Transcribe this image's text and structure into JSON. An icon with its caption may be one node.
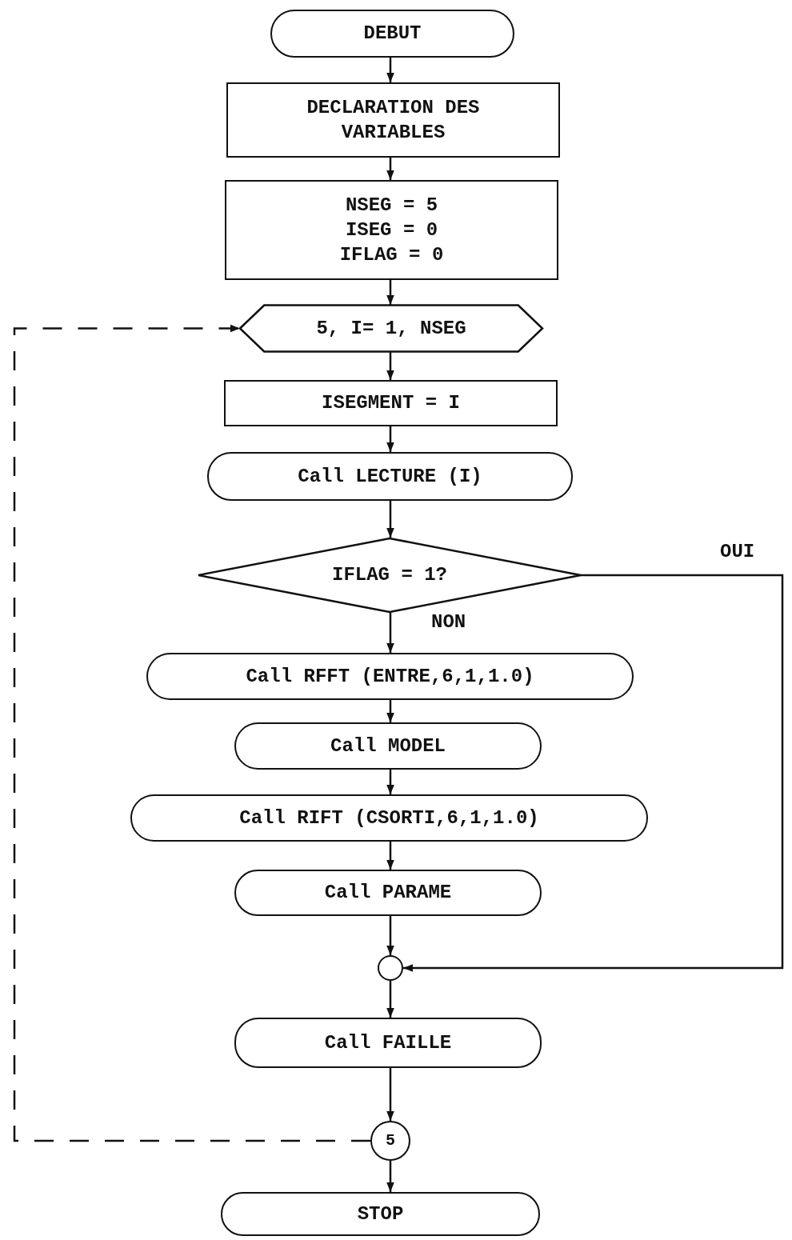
{
  "diagram": {
    "nodes": [
      {
        "text": [
          "DEBUT"
        ]
      },
      {
        "text": [
          "DECLARATION DES VARIABLES"
        ]
      },
      {
        "text": [
          "NSEG = 5",
          "ISEG = 0",
          "IFLAG = 0"
        ]
      },
      {
        "text": [
          "5, I= 1, NSEG"
        ]
      },
      {
        "text": [
          "ISEGMENT = I"
        ]
      },
      {
        "text": [
          "Call LECTURE (I)"
        ]
      },
      {
        "text": [
          "IFLAG = 1?"
        ]
      },
      {
        "text": [
          "Call RFFT (ENTRE,6,1,1.0)"
        ]
      },
      {
        "text": [
          "Call MODEL"
        ]
      },
      {
        "text": [
          "Call RIFT (CSORTI,6,1,1.0)"
        ]
      },
      {
        "text": [
          "Call PARAME"
        ]
      },
      {
        "text": [],
        "shape": "circle"
      },
      {
        "text": [
          "Call FAILLE"
        ]
      },
      {
        "text": [
          "5"
        ]
      },
      {
        "text": [
          "STOP"
        ]
      }
    ],
    "edges": [
      {
        "from": 0,
        "to": 1,
        "arrow": "to"
      },
      {
        "from": 1,
        "to": 2,
        "arrow": "to"
      },
      {
        "from": 2,
        "to": 3,
        "arrow": "to"
      },
      {
        "from": 3,
        "to": 4,
        "arrow": "to"
      },
      {
        "from": 4,
        "to": 5,
        "arrow": "to"
      },
      {
        "from": 5,
        "to": 6,
        "arrow": "to"
      },
      {
        "from": 6,
        "to": 7,
        "arrow": "to",
        "label": "NON"
      },
      {
        "from": 6,
        "to": 11,
        "arrow": "to",
        "label": "OUI"
      },
      {
        "from": 7,
        "to": 8,
        "arrow": "to"
      },
      {
        "from": 8,
        "to": 9,
        "arrow": "to"
      },
      {
        "from": 9,
        "to": 10,
        "arrow": "to"
      },
      {
        "from": 10,
        "to": 11,
        "arrow": "to"
      },
      {
        "from": 11,
        "to": 12,
        "arrow": "to"
      },
      {
        "from": 12,
        "to": 13,
        "arrow": "to"
      },
      {
        "from": 13,
        "to": 14,
        "arrow": "to"
      },
      {
        "from": 13,
        "to": 3,
        "arrow": "to",
        "style": "dashed"
      }
    ]
  }
}
